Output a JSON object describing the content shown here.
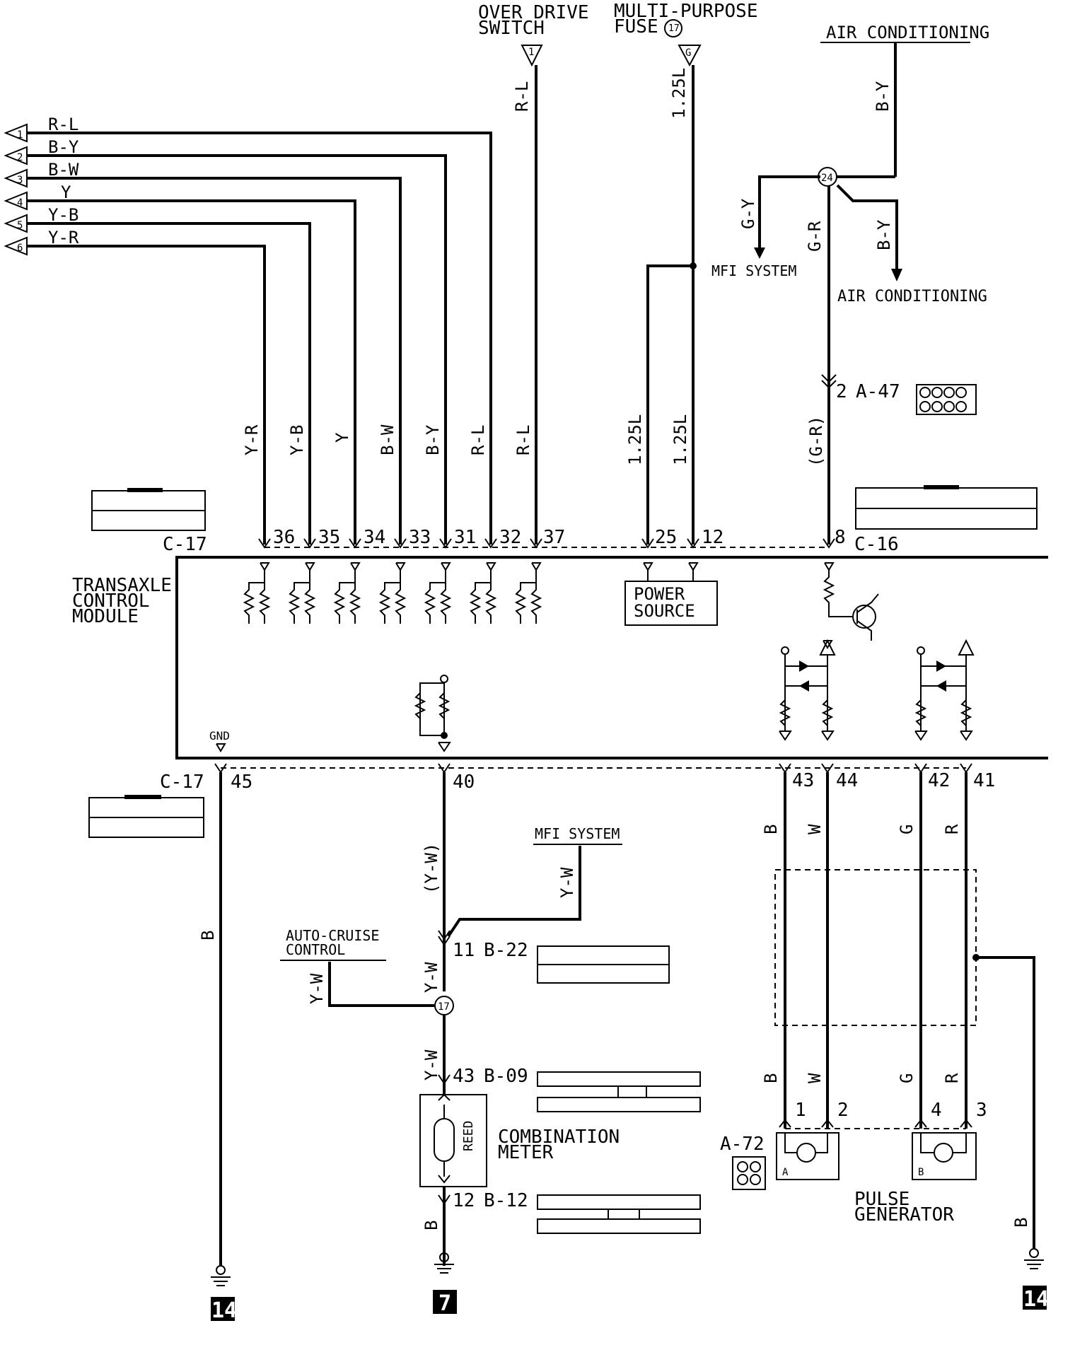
{
  "top_labels": {
    "over_drive_switch": [
      "OVER DRIVE",
      "SWITCH"
    ],
    "over_drive_pin": "1",
    "multi_purpose_fuse": [
      "MULTI-PURPOSE",
      "FUSE"
    ],
    "fuse_number": "17",
    "fuse_pin": "G",
    "air_conditioning_top": "AIR CONDITIONING",
    "mfi_system_top": "MFI SYSTEM",
    "air_conditioning_mid": "AIR CONDITIONING",
    "junction_24": "24"
  },
  "left_terminals": [
    {
      "num": "1",
      "color": "R-L"
    },
    {
      "num": "2",
      "color": "B-Y"
    },
    {
      "num": "3",
      "color": "B-W"
    },
    {
      "num": "4",
      "color": "Y"
    },
    {
      "num": "5",
      "color": "Y-B"
    },
    {
      "num": "6",
      "color": "Y-R"
    }
  ],
  "top_wire_colors": {
    "od_switch": "R-L",
    "fuse": "1.25L",
    "ac_in": "B-Y",
    "gy": "G-Y",
    "gr": "G-R",
    "ac_out": "B-Y"
  },
  "vertical_wire_labels": [
    "Y-R",
    "Y-B",
    "Y",
    "B-W",
    "B-Y",
    "R-L",
    "R-L",
    "1.25L",
    "1.25L",
    "(G-R)"
  ],
  "c17_upper_pins": [
    "36",
    "35",
    "34",
    "33",
    "31",
    "32",
    "37"
  ],
  "c16_pins": [
    "25",
    "12",
    "8"
  ],
  "a47": {
    "pin": "2",
    "name": "A-47"
  },
  "connectors": {
    "c17": "C-17",
    "c16": "C-16",
    "b22": "B-22",
    "b09": "B-09",
    "b12": "B-12",
    "a72": "A-72"
  },
  "module": {
    "name": [
      "TRANSAXLE",
      "CONTROL",
      "MODULE"
    ],
    "power_source": [
      "POWER",
      "SOURCE"
    ],
    "gnd": "GND"
  },
  "c17_lower_pins": {
    "gnd": "45",
    "meter": "40"
  },
  "pulse_pins": [
    "43",
    "44",
    "42",
    "41"
  ],
  "pulse_colors": [
    "B",
    "W",
    "G",
    "R"
  ],
  "lower_labels": {
    "mfi_system": "MFI SYSTEM",
    "auto_cruise": [
      "AUTO-CRUISE",
      "CONTROL"
    ],
    "yw": "Y-W",
    "yw_paren": "(Y-W)",
    "b22_pin": "11",
    "b09_pin": "43",
    "b12_pin": "12",
    "junction_17": "17",
    "reed": "REED",
    "combination_meter": [
      "COMBINATION",
      "METER"
    ],
    "pulse_generator": [
      "PULSE",
      "GENERATOR"
    ],
    "pg_pins": [
      "1",
      "2",
      "4",
      "3"
    ],
    "pg_a": "A",
    "pg_b": "B",
    "b_left": "B",
    "b_meter": "B",
    "b_right": "B"
  },
  "grounds": [
    "14",
    "7",
    "14"
  ]
}
